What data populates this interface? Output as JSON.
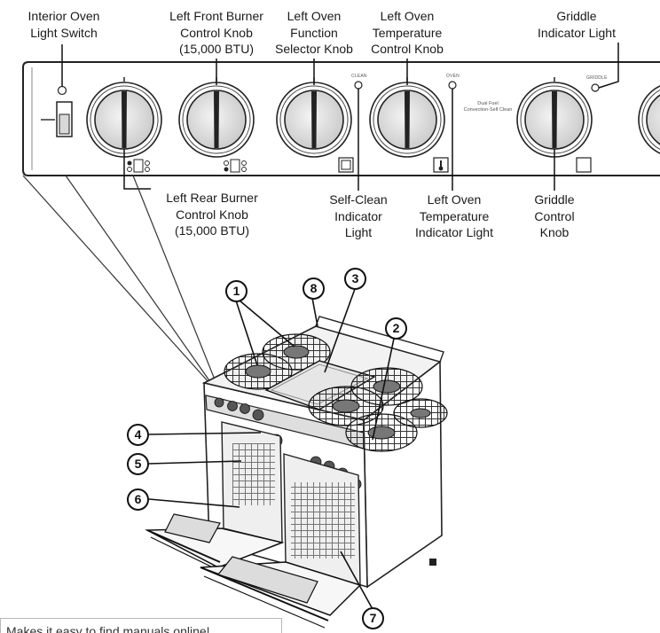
{
  "labels": {
    "interior_light_switch": [
      "Interior Oven",
      "Light Switch"
    ],
    "left_front_burner_knob": [
      "Left Front Burner",
      "Control Knob",
      "(15,000 BTU)"
    ],
    "function_selector_knob": [
      "Left Oven",
      "Function",
      "Selector Knob"
    ],
    "temperature_control_knob": [
      "Left Oven",
      "Temperature",
      "Control Knob"
    ],
    "griddle_indicator_light": [
      "Griddle",
      "Indicator Light"
    ],
    "left_rear_burner_knob": [
      "Left Rear Burner",
      "Control Knob",
      "(15,000 BTU)"
    ],
    "self_clean_indicator_light": [
      "Self-Clean",
      "Indicator",
      "Light"
    ],
    "temperature_indicator_light": [
      "Left Oven",
      "Temperature",
      "Indicator Light"
    ],
    "griddle_control_knob": [
      "Griddle",
      "Control",
      "Knob"
    ]
  },
  "panel_text": {
    "clean": "CLEAN",
    "oven": "OVEN",
    "griddle": "GRIDDLE",
    "badge": [
      "Dual Fuel",
      "Convection-Self Clean"
    ]
  },
  "callouts": [
    "1",
    "2",
    "3",
    "4",
    "5",
    "6",
    "7",
    "8"
  ],
  "banner": {
    "text": "Makes it easy to find manuals online!"
  }
}
